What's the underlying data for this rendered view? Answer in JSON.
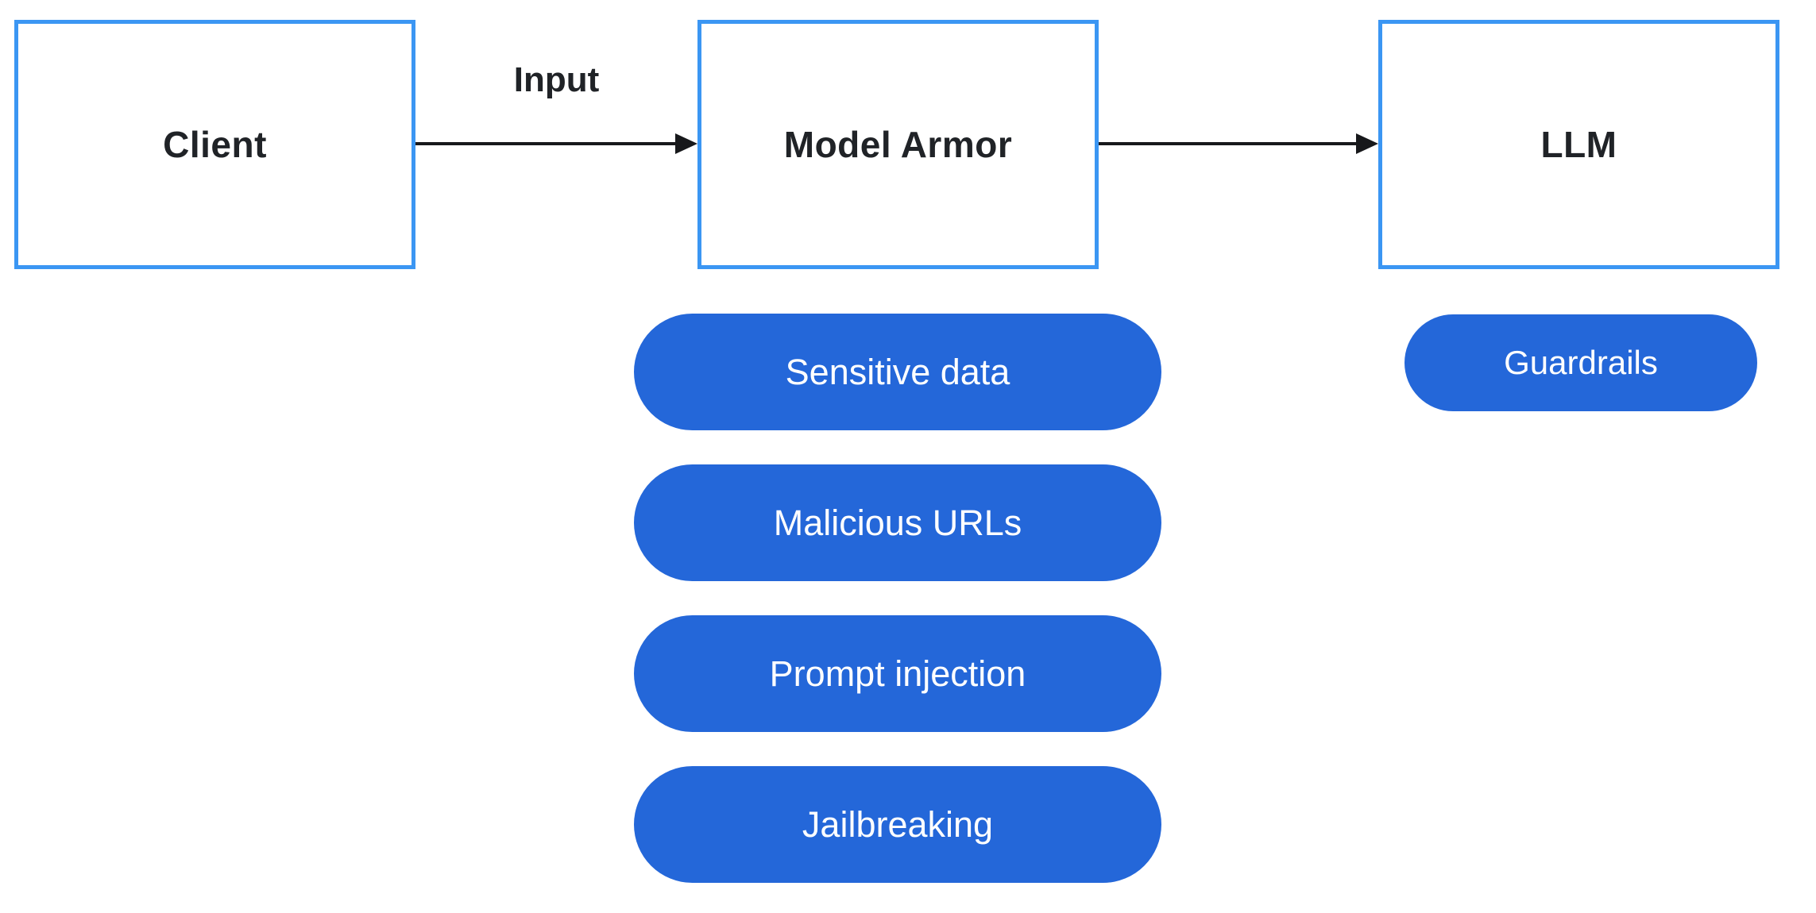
{
  "diagram": {
    "title": "Model Armor prompt-screening flow",
    "nodes": [
      {
        "id": "client",
        "label": "Client"
      },
      {
        "id": "model-armor",
        "label": "Model Armor"
      },
      {
        "id": "llm",
        "label": "LLM"
      }
    ],
    "edges": [
      {
        "from": "client",
        "to": "model-armor",
        "label": "Input"
      },
      {
        "from": "model-armor",
        "to": "llm",
        "label": ""
      }
    ],
    "model_armor_filters": [
      "Sensitive data",
      "Malicious URLs",
      "Prompt injection",
      "Jailbreaking"
    ],
    "llm_badges": [
      "Guardrails"
    ],
    "colors": {
      "background": "#ffffff",
      "box_border": "#3b96f3",
      "pill_fill": "#2467d9",
      "pill_text": "#ffffff",
      "label_text": "#202327",
      "arrow": "#17181b"
    }
  }
}
